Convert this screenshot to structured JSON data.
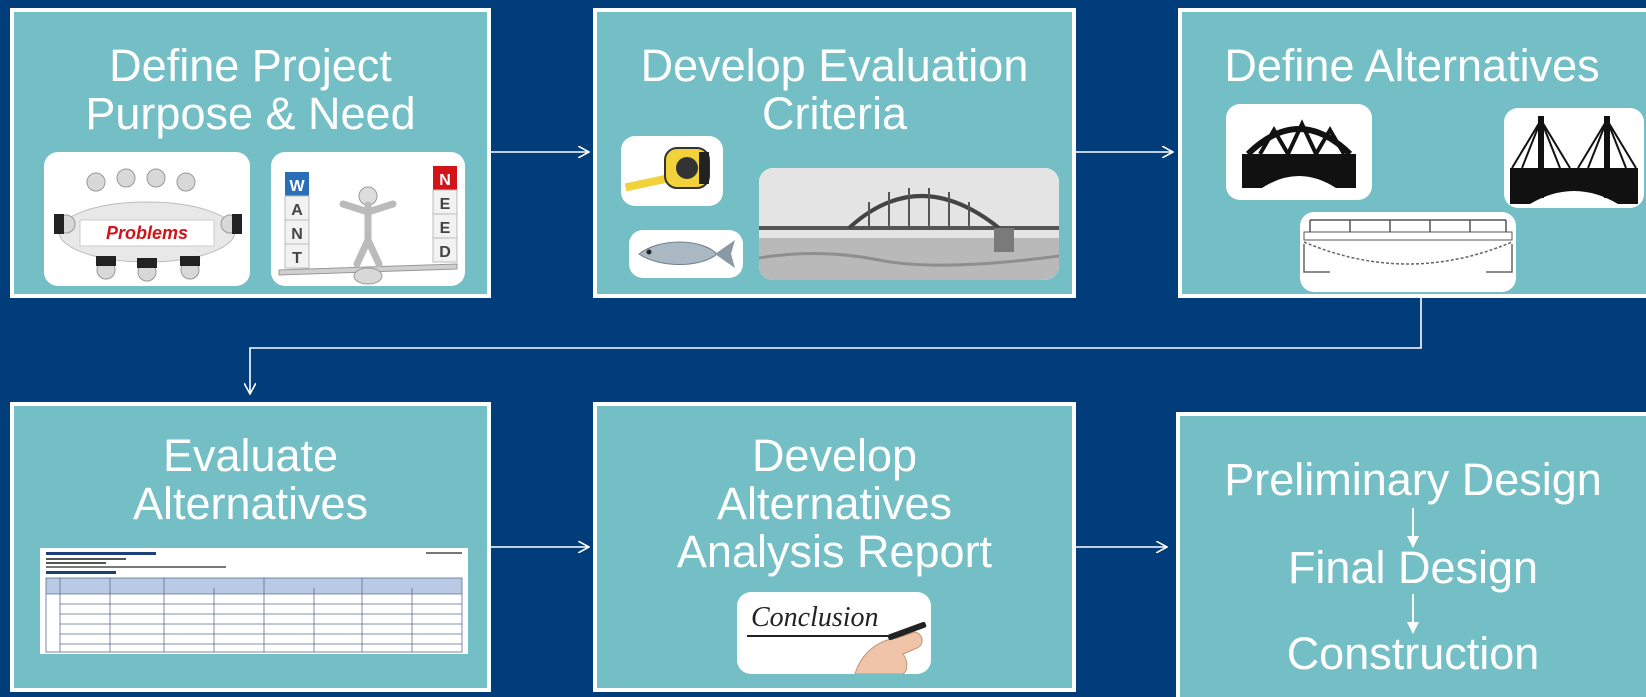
{
  "steps": [
    {
      "lines": [
        "Define Project",
        "Purpose & Need"
      ]
    },
    {
      "lines": [
        "Develop Evaluation",
        "Criteria"
      ]
    },
    {
      "lines": [
        "Define Alternatives"
      ]
    },
    {
      "lines": [
        "Evaluate",
        "Alternatives"
      ]
    },
    {
      "lines": [
        "Develop",
        "Alternatives",
        "Analysis Report"
      ]
    }
  ],
  "final_stages": [
    "Preliminary Design",
    "Final Design",
    "Construction"
  ],
  "images": {
    "problems_label": "Problems",
    "want_letters": [
      "W",
      "A",
      "N",
      "T"
    ],
    "need_letters": [
      "N",
      "E",
      "E",
      "D"
    ],
    "conclusion_label": "Conclusion"
  },
  "colors": {
    "background": "#013d7a",
    "box_fill": "#73bfc5",
    "box_border": "#ffffff",
    "connector": "#ffffff"
  },
  "icons": [
    "meeting-table-icon",
    "balance-scale-icon",
    "tape-measure-icon",
    "fish-icon",
    "arch-bridge-photo",
    "truss-bridge-icon",
    "cable-stayed-bridge-icon",
    "beam-bridge-icon",
    "alternatives-matrix-thumbnail",
    "conclusion-handwriting-icon"
  ]
}
